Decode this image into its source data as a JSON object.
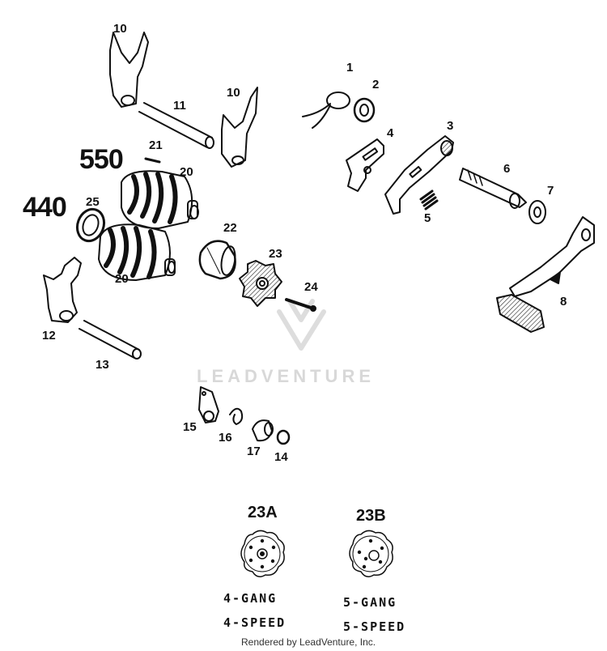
{
  "watermark": "LEADVENTURE",
  "footer": "Rendered by LeadVenture, Inc.",
  "model_labels": {
    "m550": "550",
    "m440": "440"
  },
  "parts": {
    "p1": "1",
    "p2": "2",
    "p3": "3",
    "p4": "4",
    "p5": "5",
    "p6": "6",
    "p7": "7",
    "p8": "8",
    "p10a": "10",
    "p10b": "10",
    "p11": "11",
    "p12": "12",
    "p13": "13",
    "p14": "14",
    "p15": "15",
    "p16": "16",
    "p17": "17",
    "p20a": "20",
    "p20b": "20",
    "p21": "21",
    "p22": "22",
    "p23": "23",
    "p24": "24",
    "p25": "25"
  },
  "variants": {
    "a": {
      "label": "23A",
      "line1": "4-GANG",
      "line2": "4-SPEED"
    },
    "b": {
      "label": "23B",
      "line1": "5-GANG",
      "line2": "5-SPEED"
    }
  }
}
